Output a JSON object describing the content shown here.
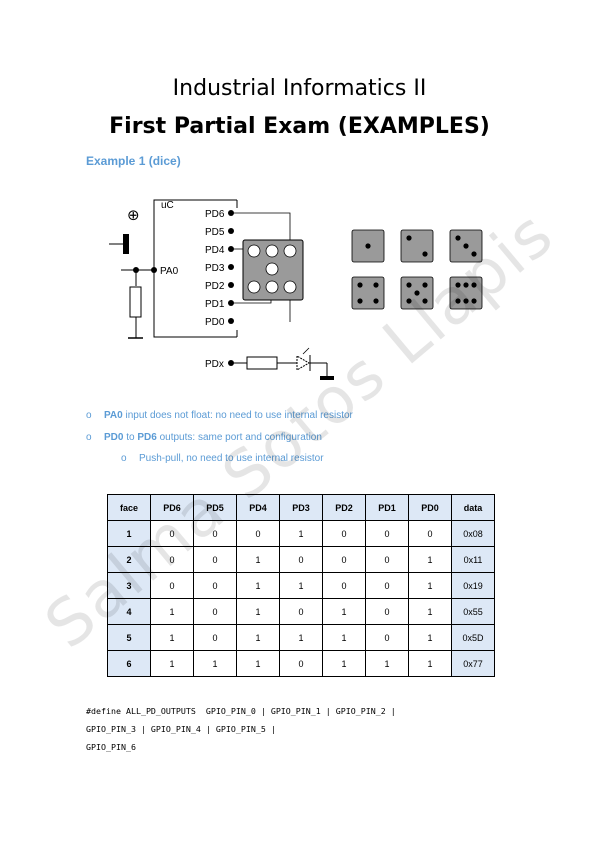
{
  "header": {
    "course": "Industrial Informatics II",
    "exam": "First Partial Exam (EXAMPLES)"
  },
  "example_heading": "Example 1 (dice)",
  "circuit": {
    "uc_label": "uC",
    "input_pin": "PA0",
    "output_pins": [
      "PD6",
      "PD5",
      "PD4",
      "PD3",
      "PD2",
      "PD1",
      "PD0"
    ],
    "generic_pin": "PDx",
    "plus_symbol": "⊕"
  },
  "bullets": {
    "b1_pin": "PA0",
    "b1_text": " input does not float: no need to use internal resistor",
    "b2_pin": "PD0",
    "b2_mid": " to ",
    "b2_pin2": "PD6",
    "b2_text": " outputs: same port and configuration",
    "b3_text": "Push-pull, no need to use internal resistor",
    "marker": "o"
  },
  "table": {
    "headers": [
      "face",
      "PD6",
      "PD5",
      "PD4",
      "PD3",
      "PD2",
      "PD1",
      "PD0",
      "data"
    ],
    "rows": [
      [
        "1",
        "0",
        "0",
        "0",
        "1",
        "0",
        "0",
        "0",
        "0x08"
      ],
      [
        "2",
        "0",
        "0",
        "1",
        "0",
        "0",
        "0",
        "1",
        "0x11"
      ],
      [
        "3",
        "0",
        "0",
        "1",
        "1",
        "0",
        "0",
        "1",
        "0x19"
      ],
      [
        "4",
        "1",
        "0",
        "1",
        "0",
        "1",
        "0",
        "1",
        "0x55"
      ],
      [
        "5",
        "1",
        "0",
        "1",
        "1",
        "1",
        "0",
        "1",
        "0x5D"
      ],
      [
        "6",
        "1",
        "1",
        "1",
        "0",
        "1",
        "1",
        "1",
        "0x77"
      ]
    ]
  },
  "code": {
    "line1": "#define ALL_PD_OUTPUTS  GPIO_PIN_0 | GPIO_PIN_1 | GPIO_PIN_2 |",
    "line2": "GPIO_PIN_3 | GPIO_PIN_4 | GPIO_PIN_5 |",
    "line3": "GPIO_PIN_6"
  },
  "watermark": "Salma Sotos Llapis",
  "colors": {
    "accent": "#5b9bd5",
    "header_fill": "#dde8f6",
    "die_fill": "#9a9a9a"
  }
}
